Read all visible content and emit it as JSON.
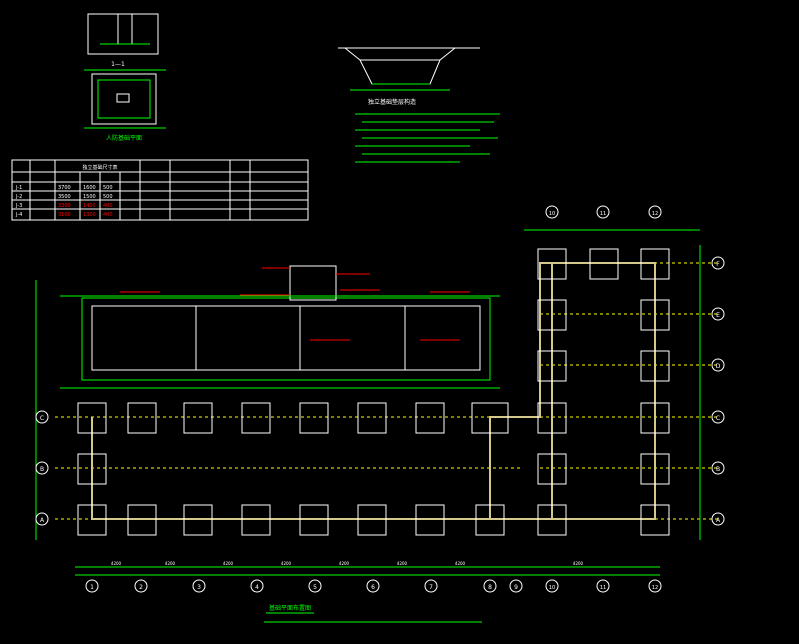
{
  "drawing": {
    "plan_title": "基础平面布置图",
    "pit_plan_title": "人防基础平面",
    "section_1_1": "1—1",
    "section_title": "独立基础垫层构造",
    "table_title": "独立基础尺寸表",
    "foundation_ids": [
      "J-1",
      "J-2",
      "J-3",
      "J-4"
    ],
    "table_values": [
      [
        "3700",
        "1600",
        "500"
      ],
      [
        "3500",
        "1500",
        "500"
      ],
      [
        "3300",
        "1400",
        "400"
      ],
      [
        "3100",
        "1300",
        "400"
      ]
    ],
    "axis_numbers": [
      "1",
      "2",
      "3",
      "4",
      "5",
      "6",
      "7",
      "8",
      "9",
      "10",
      "11",
      "12"
    ],
    "axis_letters_left": [
      "C",
      "B",
      "A"
    ],
    "axis_letters_right": [
      "F",
      "E",
      "D",
      "C",
      "B",
      "A"
    ],
    "dimension_labels": [
      "4200",
      "4200",
      "4200",
      "4200",
      "4200",
      "4200",
      "4200",
      "4200"
    ]
  },
  "colors": {
    "background": "#000000",
    "outline": "#ffffff",
    "dimension": "#00ff00",
    "grid": "#ffff00",
    "beam": "#d4c88a",
    "annotation": "#ff0000",
    "note": "#00ff00"
  }
}
